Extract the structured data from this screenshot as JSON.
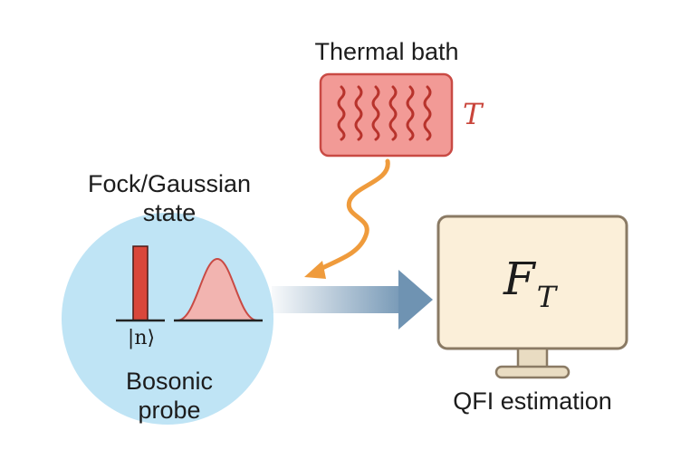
{
  "thermal_bath": {
    "title": "Thermal bath",
    "temperature_symbol": "T",
    "colors": {
      "fill": "#f29a96",
      "stroke": "#c94a44",
      "wave": "#b8332c",
      "temp_text": "#c9443a"
    }
  },
  "probe": {
    "state_label_line1": "Fock/Gaussian",
    "state_label_line2": "state",
    "fock_ket": "|n⟩",
    "probe_label_line1": "Bosonic",
    "probe_label_line2": "probe",
    "colors": {
      "circle": "#bfe4f5",
      "fock_bar": "#d9473b",
      "gaussian_fill": "#f2b4b0",
      "gaussian_stroke": "#c94a44"
    }
  },
  "coupling_arrow_color": "#ef9b3c",
  "flow_arrow_color": "#6f93b2",
  "monitor": {
    "formula_main": "F",
    "formula_subscript": "T",
    "caption": "QFI estimation",
    "colors": {
      "screen": "#fbefd9",
      "frame": "#8a7a64"
    }
  }
}
